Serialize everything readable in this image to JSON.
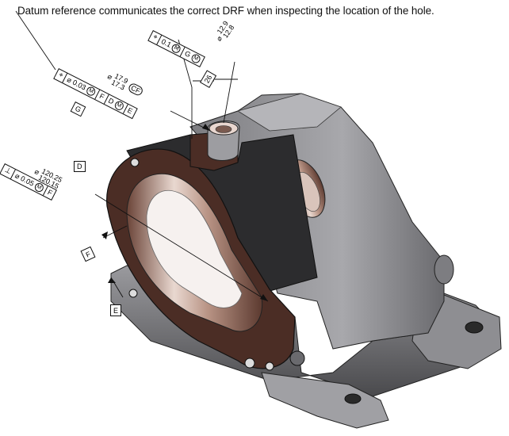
{
  "caption": "Datum reference communicates the correct DRF when inspecting the location of the hole.",
  "fcf_top": {
    "symbol": "⌖",
    "tolerance": "0.1",
    "modifier": "M",
    "datum": "G",
    "datum_modifier": "M"
  },
  "dim_hole_small": {
    "diameter": "⌀",
    "upper": "12.9",
    "lower": "12.8"
  },
  "basic_dim": "26",
  "fcf_mid": {
    "symbol": "⌖",
    "tolerance": "⌀ 0.03",
    "modifier": "M",
    "datum1": "F",
    "datum2": "D",
    "datum2_modifier": "M",
    "datum3": "E"
  },
  "datum_g": "G",
  "dim_hole_mid": {
    "diameter": "⌀",
    "upper": "17.9",
    "lower": "17.3",
    "note": "CF"
  },
  "dim_bore": {
    "diameter": "⌀",
    "upper": "120.25",
    "lower": "120.15"
  },
  "datum_d": "D",
  "fcf_bore": {
    "symbol": "⊥",
    "tolerance": "⌀ 0.05",
    "modifier": "M",
    "datum": "F"
  },
  "datum_f": "F",
  "datum_e": "E",
  "colors": {
    "casting_dark": "#3a3a3c",
    "casting_mid": "#6e6e72",
    "casting_light": "#a9a9ad",
    "machined_cut": "#4a2a22",
    "bore_highlight": "#e8d6cf"
  }
}
